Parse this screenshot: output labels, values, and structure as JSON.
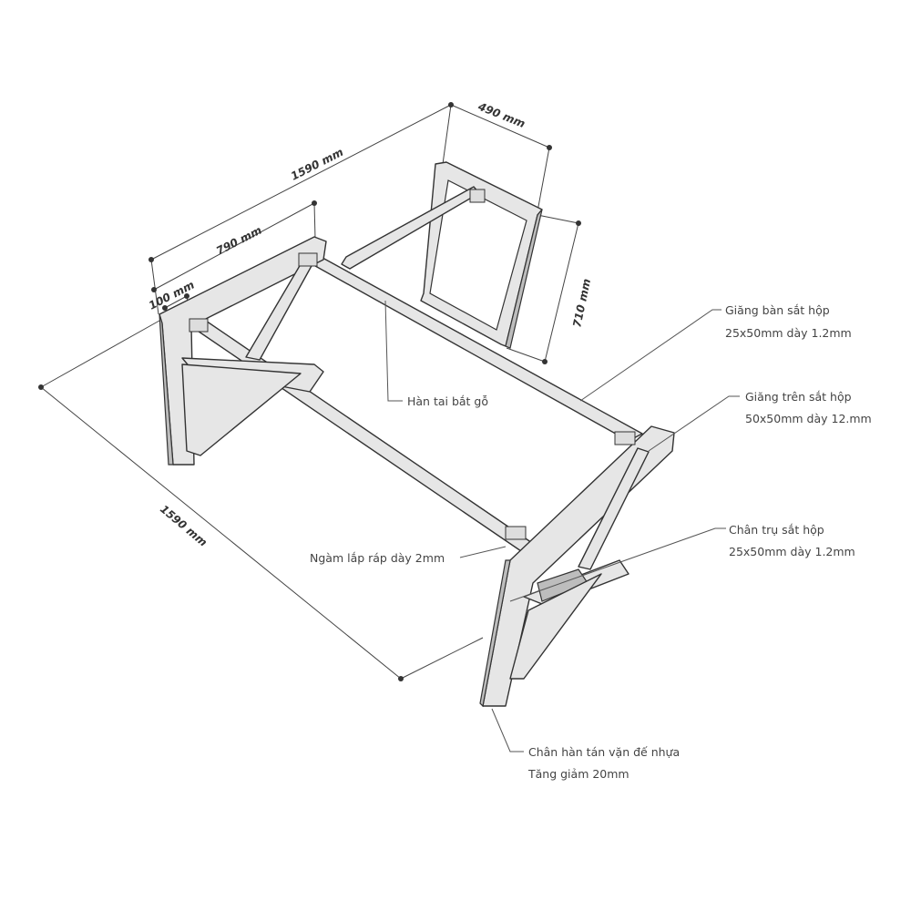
{
  "dimensions": {
    "length_top": "1590 mm",
    "length_side": "1590 mm",
    "half_length": "790 mm",
    "offset": "100 mm",
    "width": "490 mm",
    "height": "710 mm"
  },
  "notes": {
    "weld_tab": "Hàn tai bắt gỗ",
    "table_brace": [
      "Giăng bàn sắt hộp",
      "25x50mm dày 1.2mm"
    ],
    "top_brace": [
      "Giăng trên sắt hộp",
      "50x50mm dày 12.mm"
    ],
    "leg_post": [
      "Chân trụ sắt hộp",
      "25x50mm dày 1.2mm"
    ],
    "joint": "Ngàm lắp ráp dày 2mm",
    "foot": [
      "Chân hàn tán vặn đế nhựa",
      "Tăng giảm 20mm"
    ]
  }
}
